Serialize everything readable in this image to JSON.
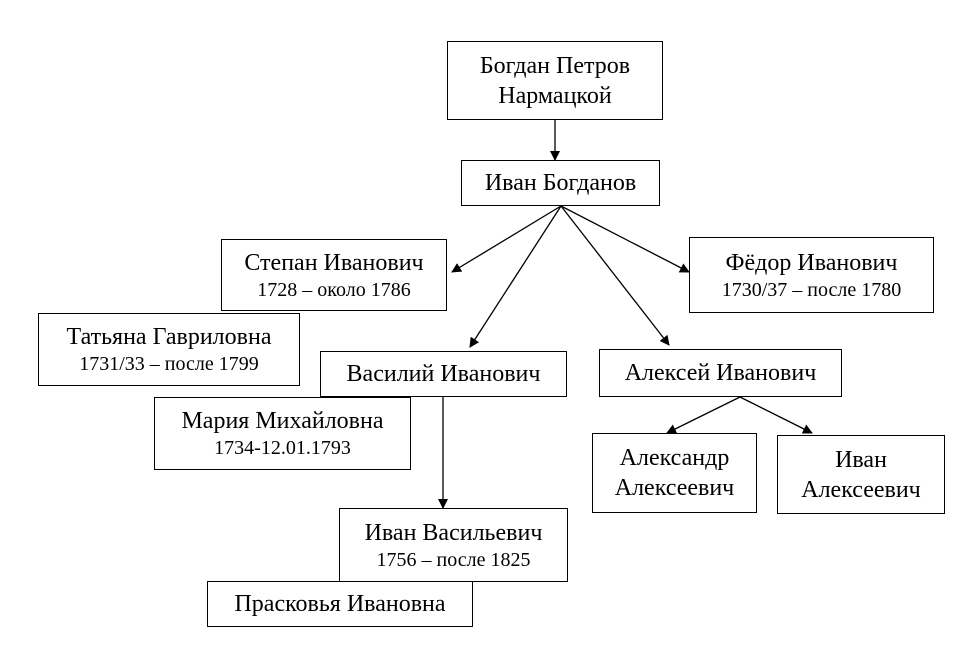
{
  "persons": {
    "bogdan": {
      "line1": "Богдан Петров",
      "line2": "Нармацкой"
    },
    "ivan_b": {
      "name": "Иван Богданов"
    },
    "stepan": {
      "name": "Степан Иванович",
      "dates": "1728 – около 1786"
    },
    "tatiana": {
      "name": "Татьяна Гавриловна",
      "dates": "1731/33 – после 1799"
    },
    "fedor": {
      "name": "Фёдор Иванович",
      "dates": "1730/37 – после 1780"
    },
    "vasily": {
      "name": "Василий Иванович"
    },
    "maria": {
      "name": "Мария Михайловна",
      "dates": "1734-12.01.1793"
    },
    "aleksei": {
      "name": "Алексей Иванович"
    },
    "aleksandr": {
      "line1": "Александр",
      "line2": "Алексеевич"
    },
    "ivan_a": {
      "line1": "Иван",
      "line2": "Алексеевич"
    },
    "ivan_v": {
      "name": "Иван Васильевич",
      "dates": "1756 – после 1825"
    },
    "praskovia": {
      "name": "Прасковья Ивановна"
    }
  }
}
